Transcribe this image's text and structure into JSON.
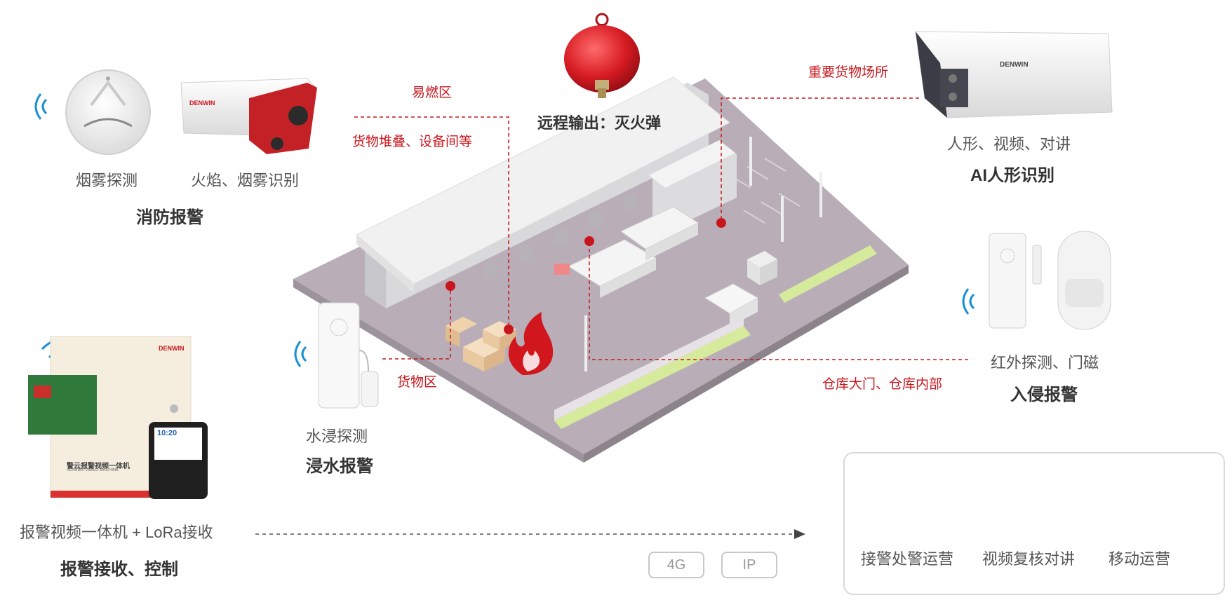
{
  "fire_alarm": {
    "smoke_label": "烟雾探测",
    "flame_label": "火焰、烟雾识别",
    "heading": "消防报警"
  },
  "extinguisher": {
    "label": "远程输出：灭火弹"
  },
  "zones": {
    "flammable": "易燃区",
    "stacking": "货物堆叠、设备间等",
    "cargo": "货物区",
    "important": "重要货物场所",
    "gates": "仓库大门、仓库内部"
  },
  "ai": {
    "sub_label": "人形、视频、对讲",
    "heading": "AI人形识别"
  },
  "intrusion": {
    "sub_label": "红外探测、门磁",
    "heading": "入侵报警"
  },
  "flood": {
    "sub_label": "水浸探测",
    "heading": "浸水报警"
  },
  "receiver": {
    "panel_title": "警云报警视频一体机",
    "panel_subtitle": "ALARMS VIDEO MACHINE",
    "keypad_time": "10:20",
    "label": "报警视频一体机 + LoRa接收",
    "heading": "报警接收、控制"
  },
  "brand": "DENWIN",
  "network": {
    "badge_4g": "4G",
    "badge_ip": "IP"
  },
  "operations": {
    "items": [
      {
        "label": "接警处警运营",
        "icon": "police-cap-monitor-icon"
      },
      {
        "label": "视频复核对讲",
        "icon": "shield-monitor-icon"
      },
      {
        "label": "移动运营",
        "icon": "mobile-app-icon"
      }
    ]
  },
  "colors": {
    "accent_red": "#c8161d",
    "wifi_blue": "#1a8fd6",
    "box_border": "#d9d9d9",
    "ground": "#b8adb6",
    "roof": "#eeeeee",
    "grass": "#d6ea9c"
  }
}
